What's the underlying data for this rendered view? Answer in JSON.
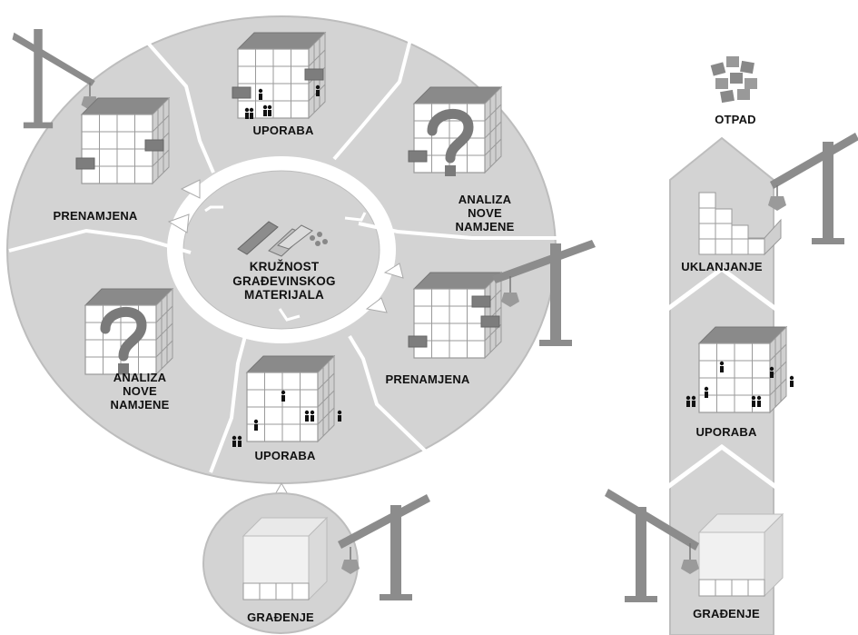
{
  "diagram": {
    "center": "KRUŽNOST\nGRAĐEVINSKOG\nMATERIJALA",
    "ring_stages": {
      "uporaba_top": "UPORABA",
      "analiza_right": "ANALIZA\nNOVE\nNAMJENE",
      "prenamjena_right": "PRENAMJENA",
      "uporaba_bottom": "UPORABA",
      "analiza_left": "ANALIZA\nNOVE\nNAMJENE",
      "prenamjena_left": "PRENAMJENA"
    },
    "gradenje_circle": "GRAĐENJE",
    "linear": {
      "otpad": "OTPAD",
      "uklanjanje": "UKLANJANJE",
      "uporaba": "UPORABA",
      "gradenje": "GRAĐENJE"
    },
    "colors": {
      "ring": "#d3d3d3",
      "inner_white": "#ffffff",
      "building_face": "#ffffff",
      "building_top": "#8a8a8a",
      "crane": "#8c8c8c",
      "outline": "#9a9a9a"
    },
    "icons": [
      "crane-icon",
      "building-icon",
      "question-mark-icon",
      "rubble-icon",
      "materials-icon",
      "people-icon"
    ]
  }
}
